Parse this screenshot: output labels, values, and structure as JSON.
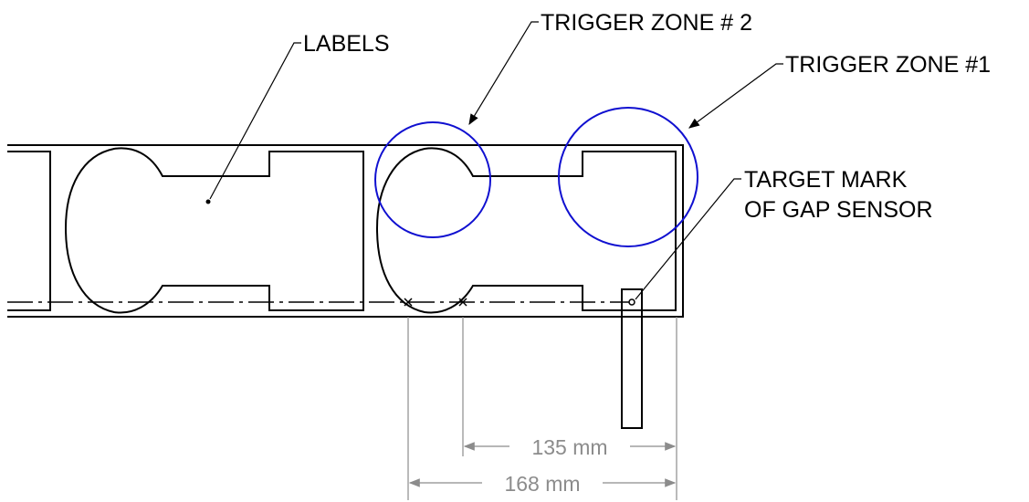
{
  "labels": {
    "labels": "LABELS",
    "trigger_zone_2": "TRIGGER ZONE # 2",
    "trigger_zone_1": "TRIGGER ZONE #1",
    "target_mark_line1": "TARGET MARK",
    "target_mark_line2": "OF GAP SENSOR"
  },
  "dimensions": {
    "d135": "135 mm",
    "d168": "168 mm"
  },
  "colors": {
    "line": "#000000",
    "trigger_zone": "#1010d0",
    "dimension": "#8c8c8c"
  }
}
